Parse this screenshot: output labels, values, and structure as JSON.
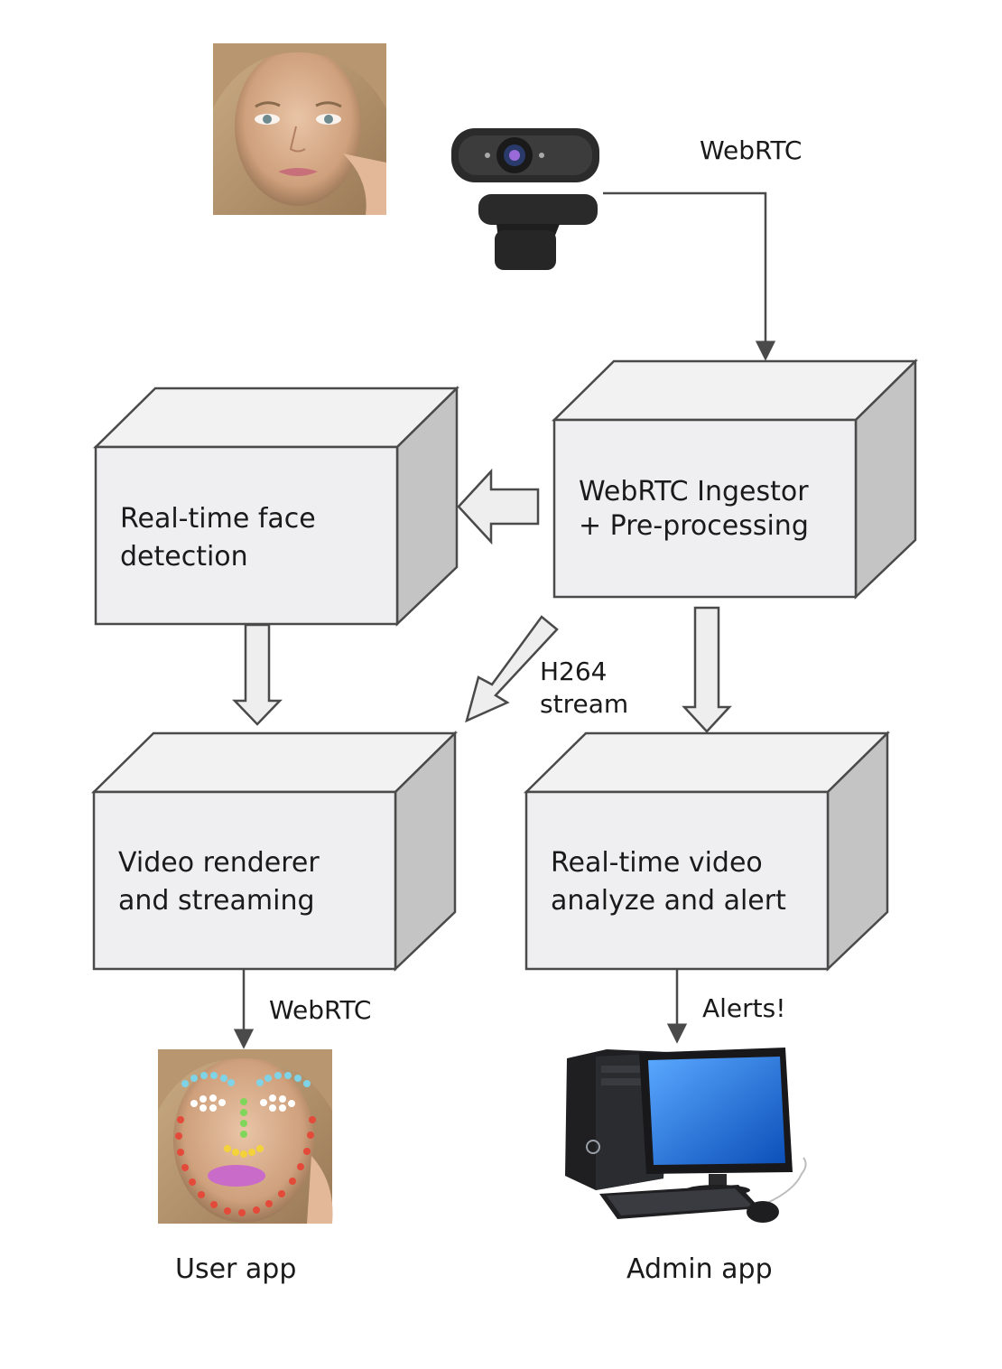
{
  "nodes": {
    "ingestor": {
      "line1": "WebRTC Ingestor",
      "line2": "+ Pre-processing"
    },
    "face_detection": {
      "line1": "Real-time face",
      "line2": "detection"
    },
    "renderer": {
      "line1": "Video renderer",
      "line2": "and streaming"
    },
    "analyzer": {
      "line1": "Real-time video",
      "line2": "analyze and alert"
    }
  },
  "edges": {
    "camera_to_ingestor": "WebRTC",
    "h264_line1": "H264",
    "h264_line2": "stream",
    "renderer_to_user": "WebRTC",
    "analyzer_to_admin": "Alerts!"
  },
  "captions": {
    "user_app": "User app",
    "admin_app": "Admin app"
  },
  "colors": {
    "box_front": "#efeff1",
    "box_top": "#f2f2f3",
    "box_side": "#c4c4c4",
    "stroke": "#4a4a4a",
    "arrow_fill": "#eeeeee",
    "landmark_brow": "#7fd3e6",
    "landmark_eye": "#ffffff",
    "landmark_nose": "#7fd65a",
    "landmark_nostril": "#f3d23a",
    "landmark_lips": "#c96bc9",
    "landmark_jaw": "#e44a3a"
  }
}
